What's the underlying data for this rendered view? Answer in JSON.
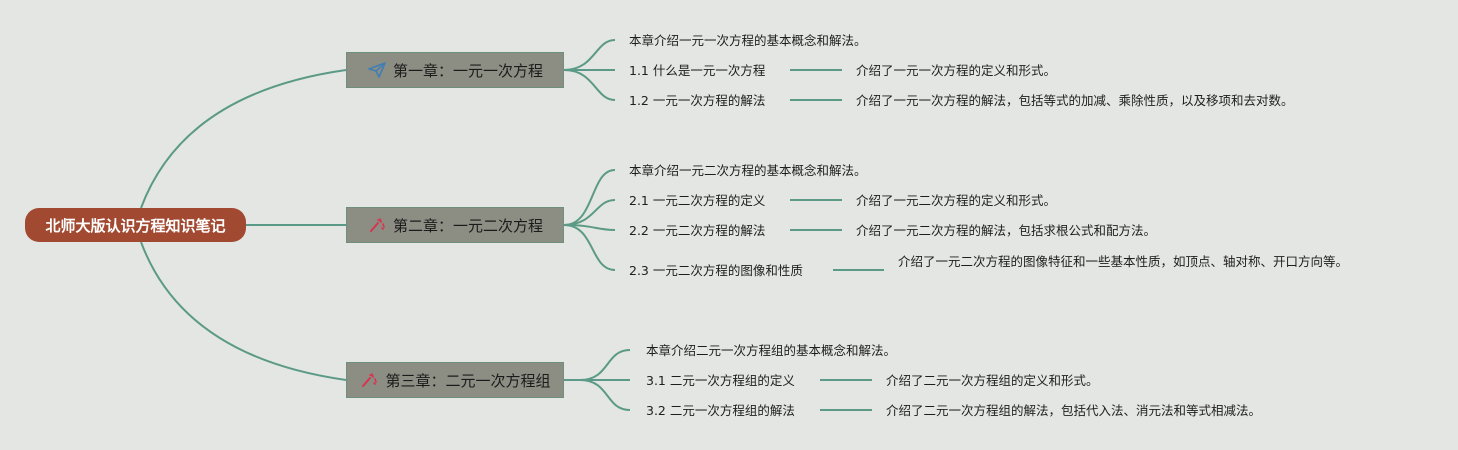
{
  "root": {
    "title": "北师大版认识方程知识笔记"
  },
  "colors": {
    "line": "#5b9a86",
    "root_bg": "#a24a31",
    "chapter_bg": "#8c8d83",
    "background": "#e4e6e3"
  },
  "chapters": [
    {
      "title": "第一章：一元一次方程",
      "icon": "paper-plane-icon",
      "intro": "本章介绍一元一次方程的基本概念和解法。",
      "sections": [
        {
          "title": "1.1 什么是一元一次方程",
          "desc": "介绍了一元一次方程的定义和形式。"
        },
        {
          "title": "1.2 一元一次方程的解法",
          "desc": "介绍了一元一次方程的解法，包括等式的加减、乘除性质，以及移项和去对数。"
        }
      ]
    },
    {
      "title": "第二章：一元二次方程",
      "icon": "magic-wand-icon",
      "intro": "本章介绍一元二次方程的基本概念和解法。",
      "sections": [
        {
          "title": "2.1 一元二次方程的定义",
          "desc": "介绍了一元二次方程的定义和形式。"
        },
        {
          "title": "2.2 一元二次方程的解法",
          "desc": "介绍了一元二次方程的解法，包括求根公式和配方法。"
        },
        {
          "title": "2.3 一元二次方程的图像和性质",
          "desc": "介绍了一元二次方程的图像特征和一些基本性质，如顶点、轴对称、开口方向等。"
        }
      ]
    },
    {
      "title": "第三章：二元一次方程组",
      "icon": "magic-wand-icon",
      "intro": "本章介绍二元一次方程组的基本概念和解法。",
      "sections": [
        {
          "title": "3.1 二元一次方程组的定义",
          "desc": "介绍了二元一次方程组的定义和形式。"
        },
        {
          "title": "3.2 二元一次方程组的解法",
          "desc": "介绍了二元一次方程组的解法，包括代入法、消元法和等式相减法。"
        }
      ]
    }
  ]
}
